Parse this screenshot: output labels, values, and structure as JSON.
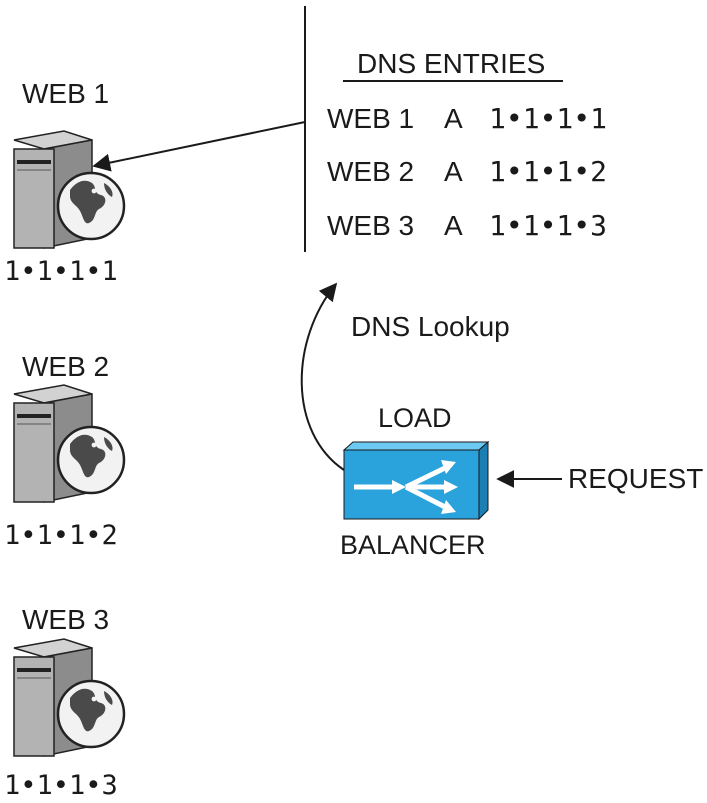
{
  "servers": [
    {
      "name": "WEB 1",
      "ip": "1•1•1•1"
    },
    {
      "name": "WEB 2",
      "ip": "1•1•1•2"
    },
    {
      "name": "WEB 3",
      "ip": "1•1•1•3"
    }
  ],
  "dns": {
    "title": "DNS ENTRIES",
    "entries": [
      {
        "host": "WEB 1",
        "type": "A",
        "ip": "1•1•1•1"
      },
      {
        "host": "WEB 2",
        "type": "A",
        "ip": "1•1•1•2"
      },
      {
        "host": "WEB 3",
        "type": "A",
        "ip": "1•1•1•3"
      }
    ]
  },
  "lookup_label": "DNS Lookup",
  "load_balancer": {
    "top_label": "LOAD",
    "bottom_label": "BALANCER"
  },
  "request_label": "REQUEST",
  "colors": {
    "server_body": "#b3b3b3",
    "server_side": "#8c8c8c",
    "globe": "#f2f2f2",
    "balancer_front": "#2aa3dd",
    "balancer_top": "#6ccaf2",
    "balancer_side": "#1b7fb3",
    "line": "#1a1a1a"
  }
}
